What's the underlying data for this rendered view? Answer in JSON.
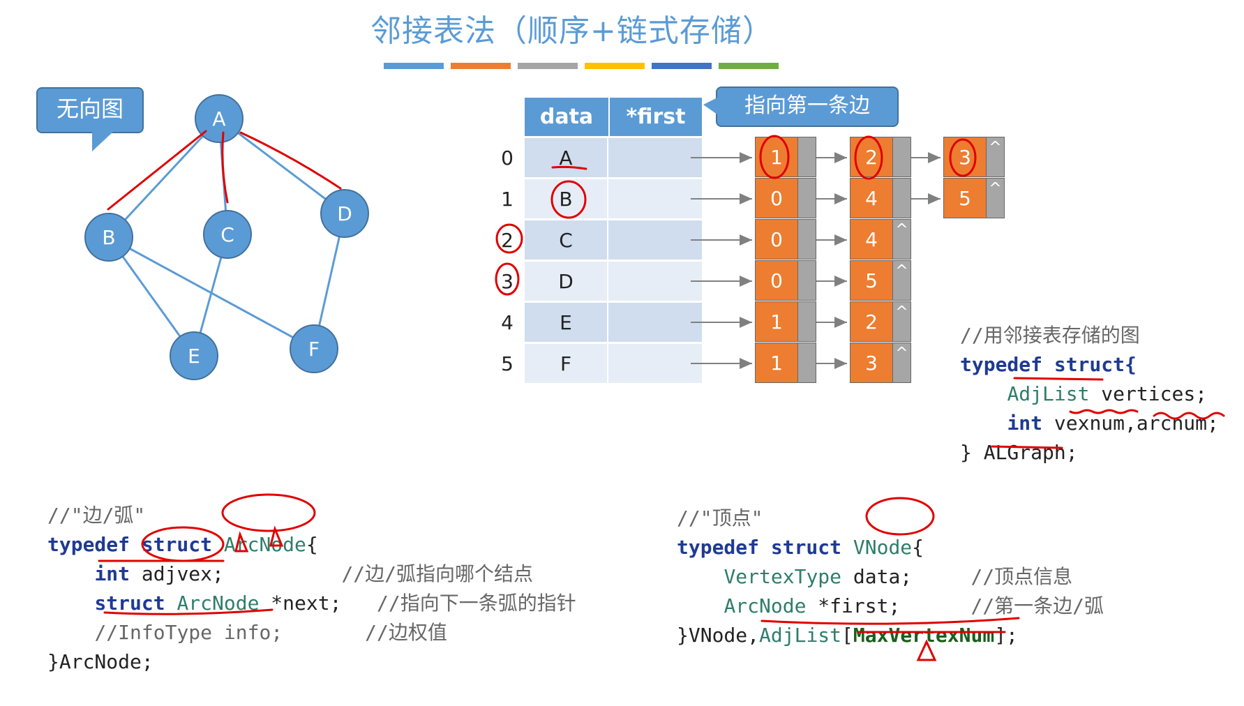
{
  "title": "邻接表法（顺序+链式存储）",
  "color_bars": [
    "#5b9bd5",
    "#ed7d31",
    "#a5a5a5",
    "#ffc000",
    "#4472c4",
    "#70ad47"
  ],
  "callouts": {
    "undirected": "无向图",
    "points_first": "指向第一条边"
  },
  "graph": {
    "nodes": [
      "A",
      "B",
      "C",
      "D",
      "E",
      "F"
    ],
    "edges": [
      [
        "A",
        "B"
      ],
      [
        "A",
        "C"
      ],
      [
        "A",
        "D"
      ],
      [
        "B",
        "E"
      ],
      [
        "B",
        "F"
      ],
      [
        "C",
        "E"
      ],
      [
        "D",
        "F"
      ]
    ]
  },
  "table": {
    "headers": {
      "data": "data",
      "first": "*first"
    },
    "rows": [
      {
        "index": "0",
        "data": "A",
        "arcs": [
          "1",
          "2",
          "3"
        ]
      },
      {
        "index": "1",
        "data": "B",
        "arcs": [
          "0",
          "4",
          "5"
        ]
      },
      {
        "index": "2",
        "data": "C",
        "arcs": [
          "0",
          "4"
        ]
      },
      {
        "index": "3",
        "data": "D",
        "arcs": [
          "0",
          "5"
        ]
      },
      {
        "index": "4",
        "data": "E",
        "arcs": [
          "1",
          "2"
        ]
      },
      {
        "index": "5",
        "data": "F",
        "arcs": [
          "1",
          "3"
        ]
      }
    ],
    "null_symbol": "^"
  },
  "code_graph": {
    "comment": "//用邻接表存储的图",
    "line1_kw": "typedef struct{",
    "line2_type": "AdjList",
    "line2_rest": " vertices;",
    "line3_kw": "int",
    "line3_rest": " vexnum,arcnum;",
    "line4": "} ALGraph;"
  },
  "code_arc": {
    "comment": "//\"边/弧\"",
    "line1_kw": "typedef struct",
    "line1_type": "ArcNode",
    "line1_end": "{",
    "line2_kw": "int",
    "line2_rest": " adjvex;",
    "line2_comment": "//边/弧指向哪个结点",
    "line3_kw": "struct",
    "line3_type": " ArcNode",
    "line3_rest": " *next;",
    "line3_comment": "//指向下一条弧的指针",
    "line4": "//InfoType info;",
    "line4_comment": "//边权值",
    "line5": "}ArcNode;"
  },
  "code_vertex": {
    "comment": "//\"顶点\"",
    "line1_kw": "typedef struct",
    "line1_type": "VNode",
    "line1_end": "{",
    "line2_type": "VertexType",
    "line2_rest": " data;",
    "line2_comment": "//顶点信息",
    "line3_type": "ArcNode",
    "line3_rest": " *first;",
    "line3_comment": "//第一条边/弧",
    "line4_a": "}VNode,",
    "line4_type": "AdjList",
    "line4_b": "[",
    "line4_num": "MaxVertexNum",
    "line4_c": "];"
  }
}
